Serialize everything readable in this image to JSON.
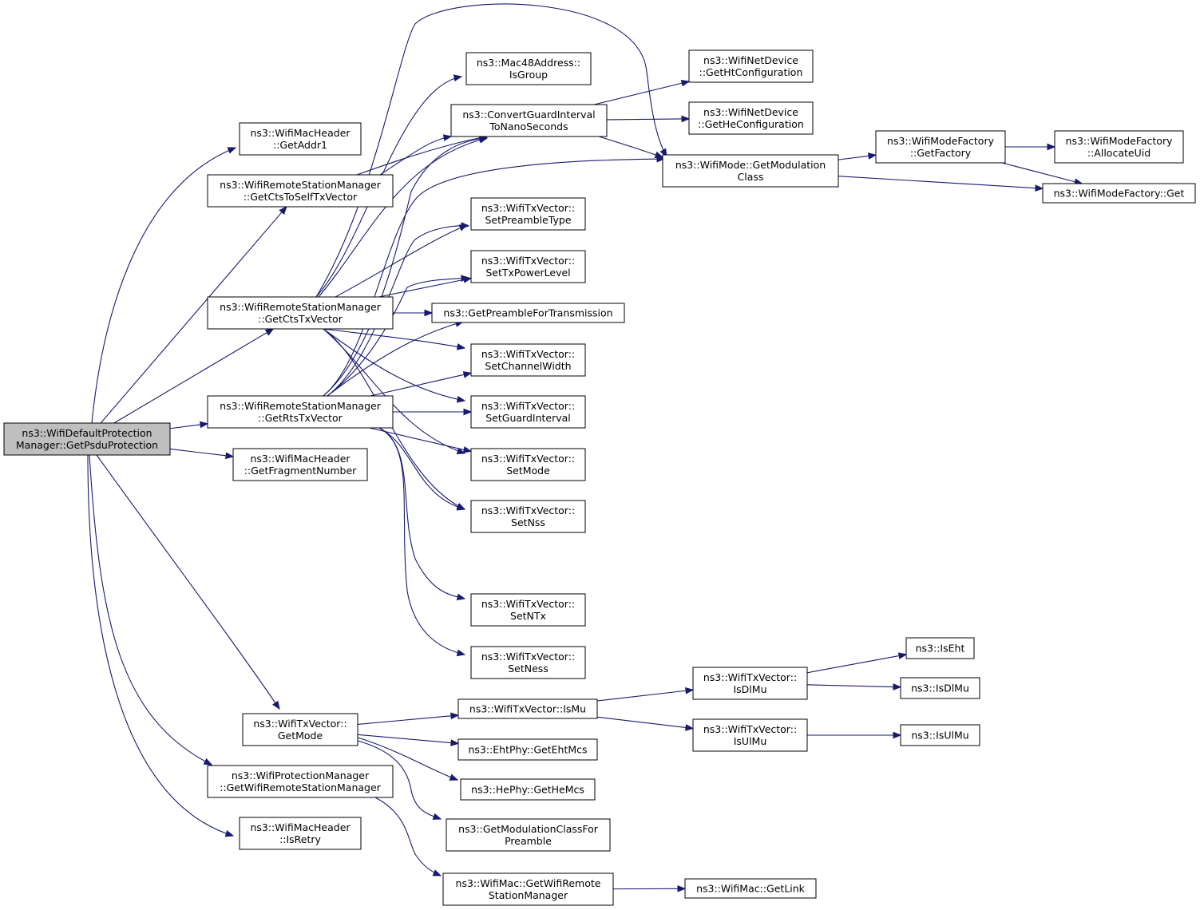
{
  "root": "root",
  "nodes": [
    {
      "id": "root",
      "lines": [
        "ns3::WifiDefaultProtection",
        "Manager::GetPsduProtection"
      ]
    },
    {
      "id": "getAddr1",
      "lines": [
        "ns3::WifiMacHeader",
        "::GetAddr1"
      ]
    },
    {
      "id": "ctsSelf",
      "lines": [
        "ns3::WifiRemoteStationManager",
        "::GetCtsToSelfTxVector"
      ]
    },
    {
      "id": "ctsTx",
      "lines": [
        "ns3::WifiRemoteStationManager",
        "::GetCtsTxVector"
      ]
    },
    {
      "id": "rtsTx",
      "lines": [
        "ns3::WifiRemoteStationManager",
        "::GetRtsTxVector"
      ]
    },
    {
      "id": "fragNum",
      "lines": [
        "ns3::WifiMacHeader",
        "::GetFragmentNumber"
      ]
    },
    {
      "id": "txGetMode",
      "lines": [
        "ns3::WifiTxVector::",
        "GetMode"
      ]
    },
    {
      "id": "getWrsm",
      "lines": [
        "ns3::WifiProtectionManager",
        "::GetWifiRemoteStationManager"
      ]
    },
    {
      "id": "isRetry",
      "lines": [
        "ns3::WifiMacHeader",
        "::IsRetry"
      ]
    },
    {
      "id": "isGroup",
      "lines": [
        "ns3::Mac48Address::",
        "IsGroup"
      ]
    },
    {
      "id": "convGI",
      "lines": [
        "ns3::ConvertGuardInterval",
        "ToNanoSeconds"
      ]
    },
    {
      "id": "setPre",
      "lines": [
        "ns3::WifiTxVector::",
        "SetPreambleType"
      ]
    },
    {
      "id": "setPow",
      "lines": [
        "ns3::WifiTxVector::",
        "SetTxPowerLevel"
      ]
    },
    {
      "id": "getPre",
      "lines": [
        "ns3::GetPreambleForTransmission"
      ]
    },
    {
      "id": "setCw",
      "lines": [
        "ns3::WifiTxVector::",
        "SetChannelWidth"
      ]
    },
    {
      "id": "setGi",
      "lines": [
        "ns3::WifiTxVector::",
        "SetGuardInterval"
      ]
    },
    {
      "id": "setMode",
      "lines": [
        "ns3::WifiTxVector::",
        "SetMode"
      ]
    },
    {
      "id": "setNss",
      "lines": [
        "ns3::WifiTxVector::",
        "SetNss"
      ]
    },
    {
      "id": "setNtx",
      "lines": [
        "ns3::WifiTxVector::",
        "SetNTx"
      ]
    },
    {
      "id": "setNess",
      "lines": [
        "ns3::WifiTxVector::",
        "SetNess"
      ]
    },
    {
      "id": "isMu",
      "lines": [
        "ns3::WifiTxVector::IsMu"
      ]
    },
    {
      "id": "ehtMcs",
      "lines": [
        "ns3::EhtPhy::GetEhtMcs"
      ]
    },
    {
      "id": "heMcs",
      "lines": [
        "ns3::HePhy::GetHeMcs"
      ]
    },
    {
      "id": "modPre",
      "lines": [
        "ns3::GetModulationClassFor",
        "Preamble"
      ]
    },
    {
      "id": "macWrsm",
      "lines": [
        "ns3::WifiMac::GetWifiRemote",
        "StationManager"
      ]
    },
    {
      "id": "getHt",
      "lines": [
        "ns3::WifiNetDevice",
        "::GetHtConfiguration"
      ]
    },
    {
      "id": "getHe",
      "lines": [
        "ns3::WifiNetDevice",
        "::GetHeConfiguration"
      ]
    },
    {
      "id": "modClass",
      "lines": [
        "ns3::WifiMode::GetModulation",
        "Class"
      ]
    },
    {
      "id": "isDlMuV",
      "lines": [
        "ns3::WifiTxVector::",
        "IsDlMu"
      ]
    },
    {
      "id": "isUlMuV",
      "lines": [
        "ns3::WifiTxVector::",
        "IsUlMu"
      ]
    },
    {
      "id": "getLink",
      "lines": [
        "ns3::WifiMac::GetLink"
      ]
    },
    {
      "id": "getFac",
      "lines": [
        "ns3::WifiModeFactory",
        "::GetFactory"
      ]
    },
    {
      "id": "alloc",
      "lines": [
        "ns3::WifiModeFactory",
        "::AllocateUid"
      ]
    },
    {
      "id": "facGet",
      "lines": [
        "ns3::WifiModeFactory::Get"
      ]
    },
    {
      "id": "isEht",
      "lines": [
        "ns3::IsEht"
      ]
    },
    {
      "id": "isDlMu",
      "lines": [
        "ns3::IsDlMu"
      ]
    },
    {
      "id": "isUlMu",
      "lines": [
        "ns3::IsUlMu"
      ]
    }
  ],
  "edges": [
    {
      "from": "root",
      "to": "getAddr1"
    },
    {
      "from": "root",
      "to": "ctsSelf"
    },
    {
      "from": "root",
      "to": "ctsTx"
    },
    {
      "from": "root",
      "to": "rtsTx"
    },
    {
      "from": "root",
      "to": "fragNum"
    },
    {
      "from": "root",
      "to": "txGetMode"
    },
    {
      "from": "root",
      "to": "getWrsm"
    },
    {
      "from": "root",
      "to": "isRetry"
    },
    {
      "from": "ctsSelf",
      "to": "convGI"
    },
    {
      "from": "ctsSelf",
      "to": "modClass"
    },
    {
      "from": "ctsTx",
      "to": "isGroup"
    },
    {
      "from": "ctsTx",
      "to": "convGI"
    },
    {
      "from": "ctsTx",
      "to": "modClass"
    },
    {
      "from": "ctsTx",
      "to": "setPre"
    },
    {
      "from": "ctsTx",
      "to": "setPow"
    },
    {
      "from": "ctsTx",
      "to": "getPre"
    },
    {
      "from": "ctsTx",
      "to": "setCw"
    },
    {
      "from": "ctsTx",
      "to": "setGi"
    },
    {
      "from": "ctsTx",
      "to": "setMode"
    },
    {
      "from": "ctsTx",
      "to": "setNss"
    },
    {
      "from": "rtsTx",
      "to": "convGI"
    },
    {
      "from": "rtsTx",
      "to": "modClass"
    },
    {
      "from": "rtsTx",
      "to": "setPre"
    },
    {
      "from": "rtsTx",
      "to": "setPow"
    },
    {
      "from": "rtsTx",
      "to": "getPre"
    },
    {
      "from": "rtsTx",
      "to": "setCw"
    },
    {
      "from": "rtsTx",
      "to": "setGi"
    },
    {
      "from": "rtsTx",
      "to": "setMode"
    },
    {
      "from": "rtsTx",
      "to": "setNss"
    },
    {
      "from": "rtsTx",
      "to": "setNtx"
    },
    {
      "from": "rtsTx",
      "to": "setNess"
    },
    {
      "from": "convGI",
      "to": "getHt"
    },
    {
      "from": "convGI",
      "to": "getHe"
    },
    {
      "from": "convGI",
      "to": "modClass"
    },
    {
      "from": "modClass",
      "to": "getFac"
    },
    {
      "from": "modClass",
      "to": "facGet"
    },
    {
      "from": "getFac",
      "to": "alloc"
    },
    {
      "from": "getFac",
      "to": "facGet"
    },
    {
      "from": "txGetMode",
      "to": "isMu"
    },
    {
      "from": "txGetMode",
      "to": "ehtMcs"
    },
    {
      "from": "txGetMode",
      "to": "heMcs"
    },
    {
      "from": "txGetMode",
      "to": "modPre"
    },
    {
      "from": "isMu",
      "to": "isDlMuV"
    },
    {
      "from": "isMu",
      "to": "isUlMuV"
    },
    {
      "from": "isDlMuV",
      "to": "isEht"
    },
    {
      "from": "isDlMuV",
      "to": "isDlMu"
    },
    {
      "from": "isUlMuV",
      "to": "isUlMu"
    },
    {
      "from": "getWrsm",
      "to": "macWrsm"
    },
    {
      "from": "macWrsm",
      "to": "getLink"
    }
  ]
}
